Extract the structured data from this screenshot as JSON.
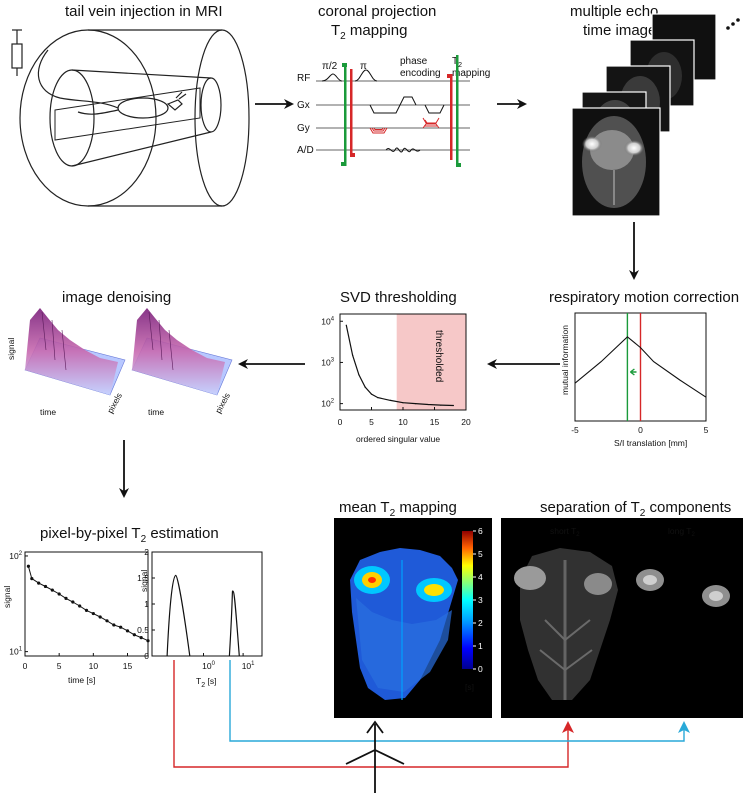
{
  "titles": {
    "injection": "tail vein injection in MRI",
    "coronal_1": "coronal projection",
    "coronal_2": "T",
    "coronal_sub": "2",
    "coronal_3": " mapping",
    "echo_1": "multiple echo",
    "echo_2": "time images",
    "denoise": "image denoising",
    "svd": "SVD thresholding",
    "resp": "respiratory motion correction",
    "pixel_1": "pixel-by-pixel T",
    "pixel_sub": "2",
    "pixel_2": " estimation",
    "mean_1": "mean T",
    "mean_sub": "2",
    "mean_2": " mapping",
    "sep_1": "separation of T",
    "sep_sub": "2",
    "sep_2": " components"
  },
  "sequence": {
    "rows": [
      "RF",
      "Gx",
      "Gy",
      "A/D"
    ],
    "pulse_90": "π/2",
    "pulse_180": "π",
    "phase_1": "phase",
    "phase_2": "encoding",
    "t2map_1": "T",
    "t2map_sub": "2",
    "t2map_2": "mapping",
    "colors": {
      "phase": "#d62728",
      "t2": "#1a9a3a"
    }
  },
  "denoise_labels": {
    "signal": "signal",
    "time": "time",
    "pixels": "pixels"
  },
  "svd_chart": {
    "xlabel": "ordered singular value",
    "yticks": [
      "10",
      "10",
      "10"
    ],
    "yexp": [
      "4",
      "3",
      "2"
    ],
    "xticks": [
      "0",
      "5",
      "10",
      "15",
      "20"
    ],
    "region_label": "thresholded"
  },
  "resp_chart": {
    "ylabel": "mutual information",
    "xlabel": "S/I translation [mm]",
    "xticks": [
      "-5",
      "0",
      "5"
    ]
  },
  "decay_chart": {
    "ylabel": "signal",
    "xlabel": "time [s]",
    "yticks": [
      "10",
      "10"
    ],
    "yexp": [
      "2",
      "1"
    ],
    "xticks": [
      "0",
      "5",
      "10",
      "15"
    ]
  },
  "dist_chart": {
    "ylabel": "signal",
    "xlabel_1": "T",
    "xlabel_sub": "2",
    "xlabel_2": " [s]",
    "yticks": [
      "2",
      "1.5",
      "1",
      "0.5",
      "0"
    ],
    "xticks": [
      "10",
      "10"
    ],
    "xexp": [
      "0",
      "1"
    ]
  },
  "colorbar": {
    "ticks": [
      "6",
      "5",
      "4",
      "3",
      "2",
      "1",
      "0"
    ],
    "unit": "[s]"
  },
  "sep_labels": {
    "short_1": "short T",
    "short_sub": "2",
    "long_1": "long T",
    "long_sub": "2"
  },
  "arrow_colors": {
    "red": "#d62728",
    "cyan": "#29a9d8"
  },
  "chart_data": [
    {
      "type": "line",
      "xlabel": "ordered singular value",
      "ylabel": "",
      "yscale": "log",
      "xlim": [
        0,
        20
      ],
      "ylim": [
        70,
        15000
      ],
      "x": [
        1,
        2,
        3,
        4,
        5,
        6,
        8,
        10,
        12,
        14,
        16,
        18
      ],
      "y": [
        8000,
        1500,
        500,
        250,
        170,
        140,
        120,
        105,
        100,
        95,
        92,
        90
      ],
      "annotation": "thresholded",
      "threshold_range": [
        9,
        20
      ]
    },
    {
      "type": "line",
      "xlabel": "S/I translation [mm]",
      "ylabel": "mutual information",
      "xlim": [
        -5,
        5
      ],
      "x": [
        -5,
        -3,
        -1,
        0,
        1,
        3,
        5
      ],
      "y": [
        0.35,
        0.55,
        0.78,
        0.68,
        0.55,
        0.38,
        0.22
      ],
      "markers": [
        -1,
        0
      ]
    },
    {
      "type": "scatter",
      "xlabel": "time [s]",
      "ylabel": "signal",
      "yscale": "log",
      "xlim": [
        0,
        18
      ],
      "x": [
        0.5,
        1,
        2,
        3,
        4,
        5,
        6,
        7,
        8,
        9,
        10,
        11,
        12,
        13,
        14,
        15,
        16,
        17,
        18
      ],
      "y": [
        78,
        58,
        52,
        48,
        44,
        40,
        36,
        33,
        30,
        27,
        25,
        23,
        21,
        19,
        18,
        16.5,
        15,
        14,
        13
      ]
    },
    {
      "type": "line",
      "xlabel": "T2 [s]",
      "ylabel": "signal",
      "xscale": "log",
      "ylim": [
        0,
        2
      ],
      "x": [
        0.12,
        0.2,
        0.3,
        0.45,
        4.5,
        5.5,
        6.5,
        8
      ],
      "y": [
        0,
        1.55,
        1.0,
        0,
        0,
        1.25,
        0.9,
        0
      ]
    }
  ]
}
